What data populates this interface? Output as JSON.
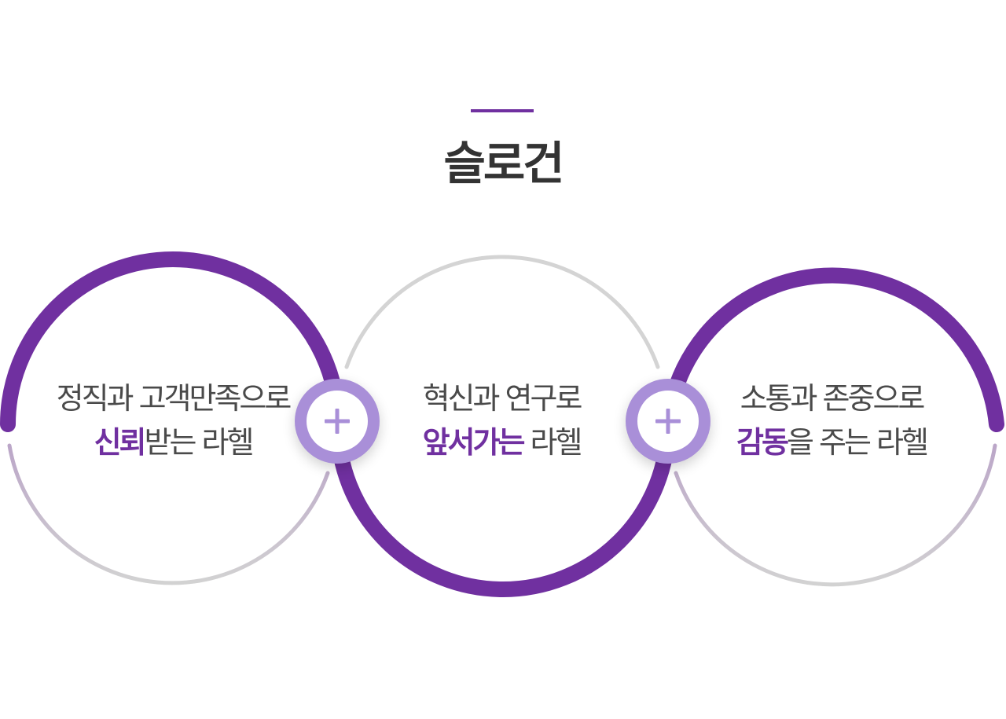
{
  "title": "슬로건",
  "colors": {
    "accent": "#7030a0",
    "ring_grey": "#d4d4d4",
    "plus_ring": "#a98fd8"
  },
  "slogans": [
    {
      "line1": "정직과 고객만족으로",
      "highlight": "신뢰",
      "line2_rest": "받는 라헬"
    },
    {
      "line1": "혁신과 연구로",
      "highlight": "앞서가는",
      "line2_rest": " 라헬"
    },
    {
      "line1": "소통과 존중으로",
      "highlight": "감동",
      "line2_rest": "을 주는 라헬"
    }
  ],
  "plus_icon": "plus-icon"
}
